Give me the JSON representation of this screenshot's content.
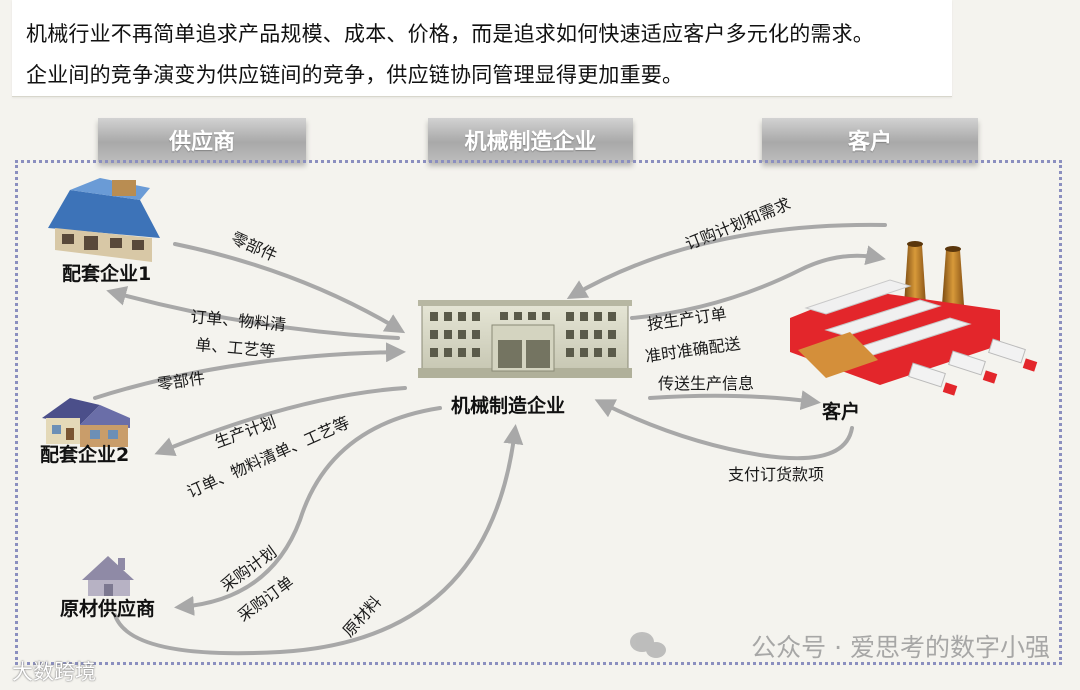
{
  "intro": {
    "line1": "机械行业不再简单追求产品规模、成本、价格，而是追求如何快速适应客户多元化的需求。",
    "line2": "企业间的竞争演变为供应链间的竞争，供应链协同管理显得更加重要。"
  },
  "headers": {
    "supplier": "供应商",
    "manufacturer": "机械制造企业",
    "customer": "客户"
  },
  "nodes": {
    "supplier1": "配套企业1",
    "supplier2": "配套企业2",
    "raw_supplier": "原材供应商",
    "manufacturer": "机械制造企业",
    "customer": "客户"
  },
  "flows": {
    "s1_to_m": "零部件",
    "m_to_s1_a": "订单、物料清",
    "m_to_s1_b": "单、工艺等",
    "s2_to_m": "零部件",
    "m_to_s2_plan": "生产计划",
    "m_to_s2_order": "订单、物料清单、工艺等",
    "m_to_raw_plan": "采购计划",
    "m_to_raw_order": "采购订单",
    "raw_to_m": "原材料",
    "c_to_m_demand": "订购计划和需求",
    "m_to_c_produce": "按生产订单",
    "m_to_c_deliver": "准时准确配送",
    "m_to_c_info": "传送生产信息",
    "c_to_m_pay": "支付订货款项"
  },
  "watermarks": {
    "main": "公众号 · 爱思考的数字小强",
    "corner": "大数跨境"
  },
  "colors": {
    "arrow": "#a8a8a8",
    "frame": "#8b8fbf",
    "header_text": "#ffffff",
    "factory_red": "#e3262b"
  }
}
